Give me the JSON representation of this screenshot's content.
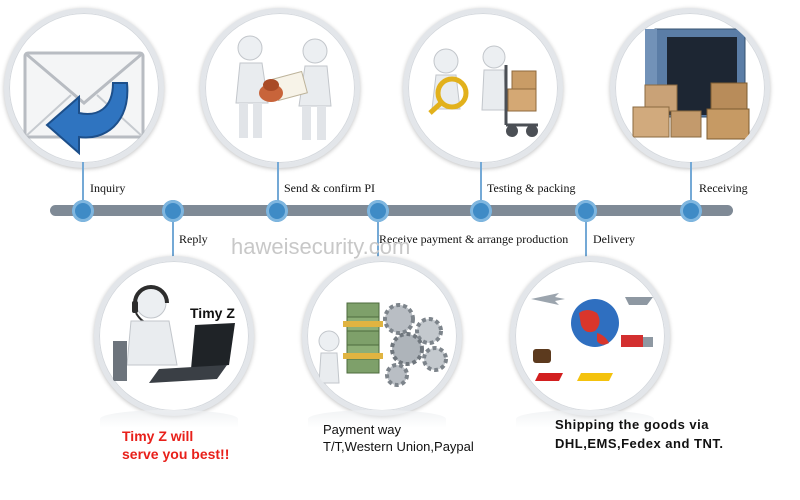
{
  "steps_top": [
    {
      "label": "Inquiry",
      "icon": "mail-reply-icon"
    },
    {
      "label": "Send & confirm PI",
      "icon": "handshake-stamp-icon"
    },
    {
      "label": "Testing & packing",
      "icon": "inspection-cart-icon"
    },
    {
      "label": "Receiving",
      "icon": "container-boxes-icon"
    }
  ],
  "steps_bottom": [
    {
      "label": "Reply",
      "icon": "support-agent-icon"
    },
    {
      "label": "Receive payment & arrange production",
      "icon": "money-gears-icon"
    },
    {
      "label": "Delivery",
      "icon": "globe-shipping-icon"
    }
  ],
  "watermark": "haweisecurity.com",
  "agent_name": "Timy Z",
  "reply_caption": [
    "Timy Z will",
    "serve you best!!"
  ],
  "payment_caption": [
    "Payment way",
    "T/T,Western Union,Paypal"
  ],
  "delivery_caption": [
    "Shipping the goods via",
    "DHL,EMS,Fedex and TNT."
  ],
  "delivery_logos": [
    "ups",
    "EMS",
    "Hongkong",
    "DHL",
    "EMS"
  ],
  "colors": {
    "timeline": "#7f8a96",
    "dot": "#3f8bc6",
    "connector": "#74a9d6",
    "highlight": "#e8201a"
  }
}
